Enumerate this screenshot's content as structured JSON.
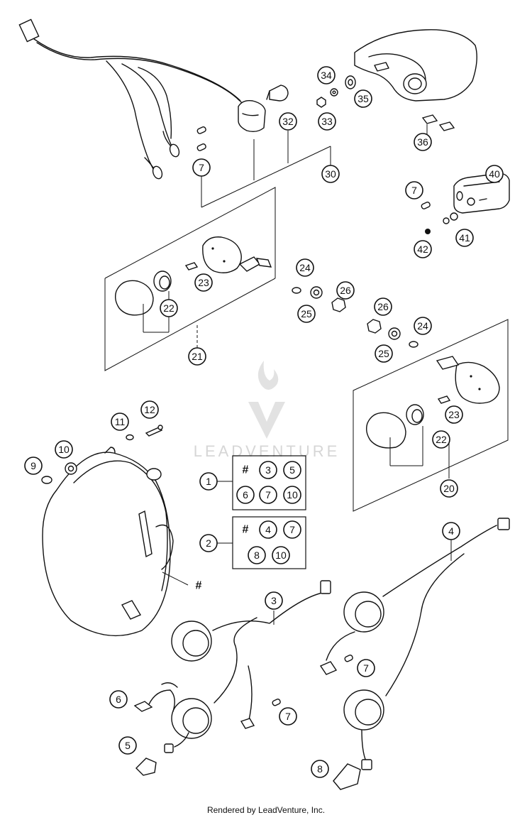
{
  "diagram": {
    "callouts": [
      "1",
      "2",
      "3",
      "4",
      "5",
      "6",
      "7",
      "8",
      "9",
      "10",
      "11",
      "12",
      "20",
      "21",
      "22",
      "23",
      "24",
      "25",
      "26",
      "30",
      "32",
      "33",
      "34",
      "35",
      "36",
      "40",
      "41",
      "42"
    ],
    "kit_box_1": {
      "hash": "#",
      "items": [
        "3",
        "5",
        "6",
        "7",
        "10"
      ]
    },
    "kit_box_2": {
      "hash": "#",
      "items": [
        "4",
        "7",
        "8",
        "10"
      ]
    },
    "headlight_hash": "#"
  },
  "watermark": {
    "text": "LEADVENTURE"
  },
  "footer": {
    "text": "Rendered by LeadVenture, Inc."
  }
}
